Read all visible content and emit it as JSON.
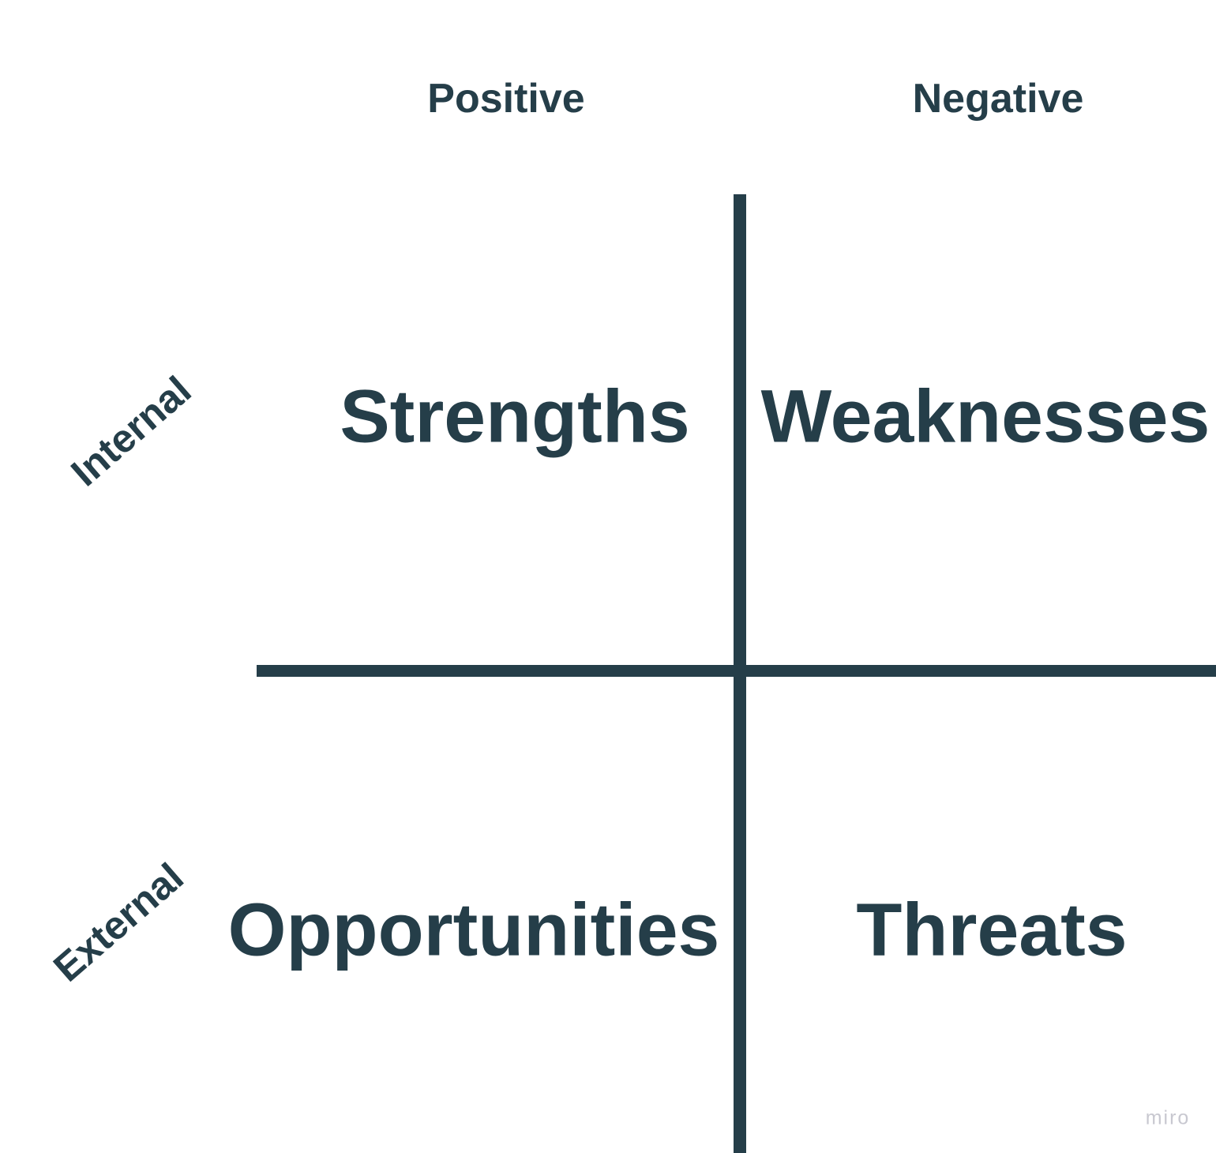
{
  "diagram": {
    "column_headers": [
      "Positive",
      "Negative"
    ],
    "row_headers": [
      "Internal",
      "External"
    ],
    "quadrants": [
      {
        "title": "Strengths"
      },
      {
        "title": "Weaknesses"
      },
      {
        "title": "Opportunities"
      },
      {
        "title": "Threats"
      }
    ]
  },
  "watermark": "miro",
  "colors": {
    "ink": "#253e49",
    "watermark": "#c8c8d0",
    "background": "#ffffff"
  }
}
